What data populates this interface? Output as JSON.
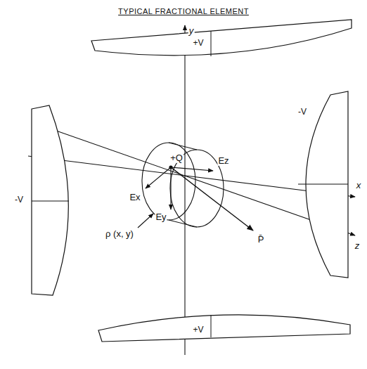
{
  "diagram": {
    "title": "TYPICAL FRACTIONAL ELEMENT",
    "nodes": [
      {
        "text": [
          "+V"
        ]
      },
      {
        "text": [
          "-V"
        ]
      },
      {
        "text": [
          "-V"
        ]
      },
      {
        "text": [
          "+V"
        ]
      }
    ],
    "labels": [
      "y",
      "x",
      "z",
      "+Q",
      "Ex",
      "Ey",
      "Ez",
      "P̄",
      "ρ (x, y)"
    ]
  }
}
